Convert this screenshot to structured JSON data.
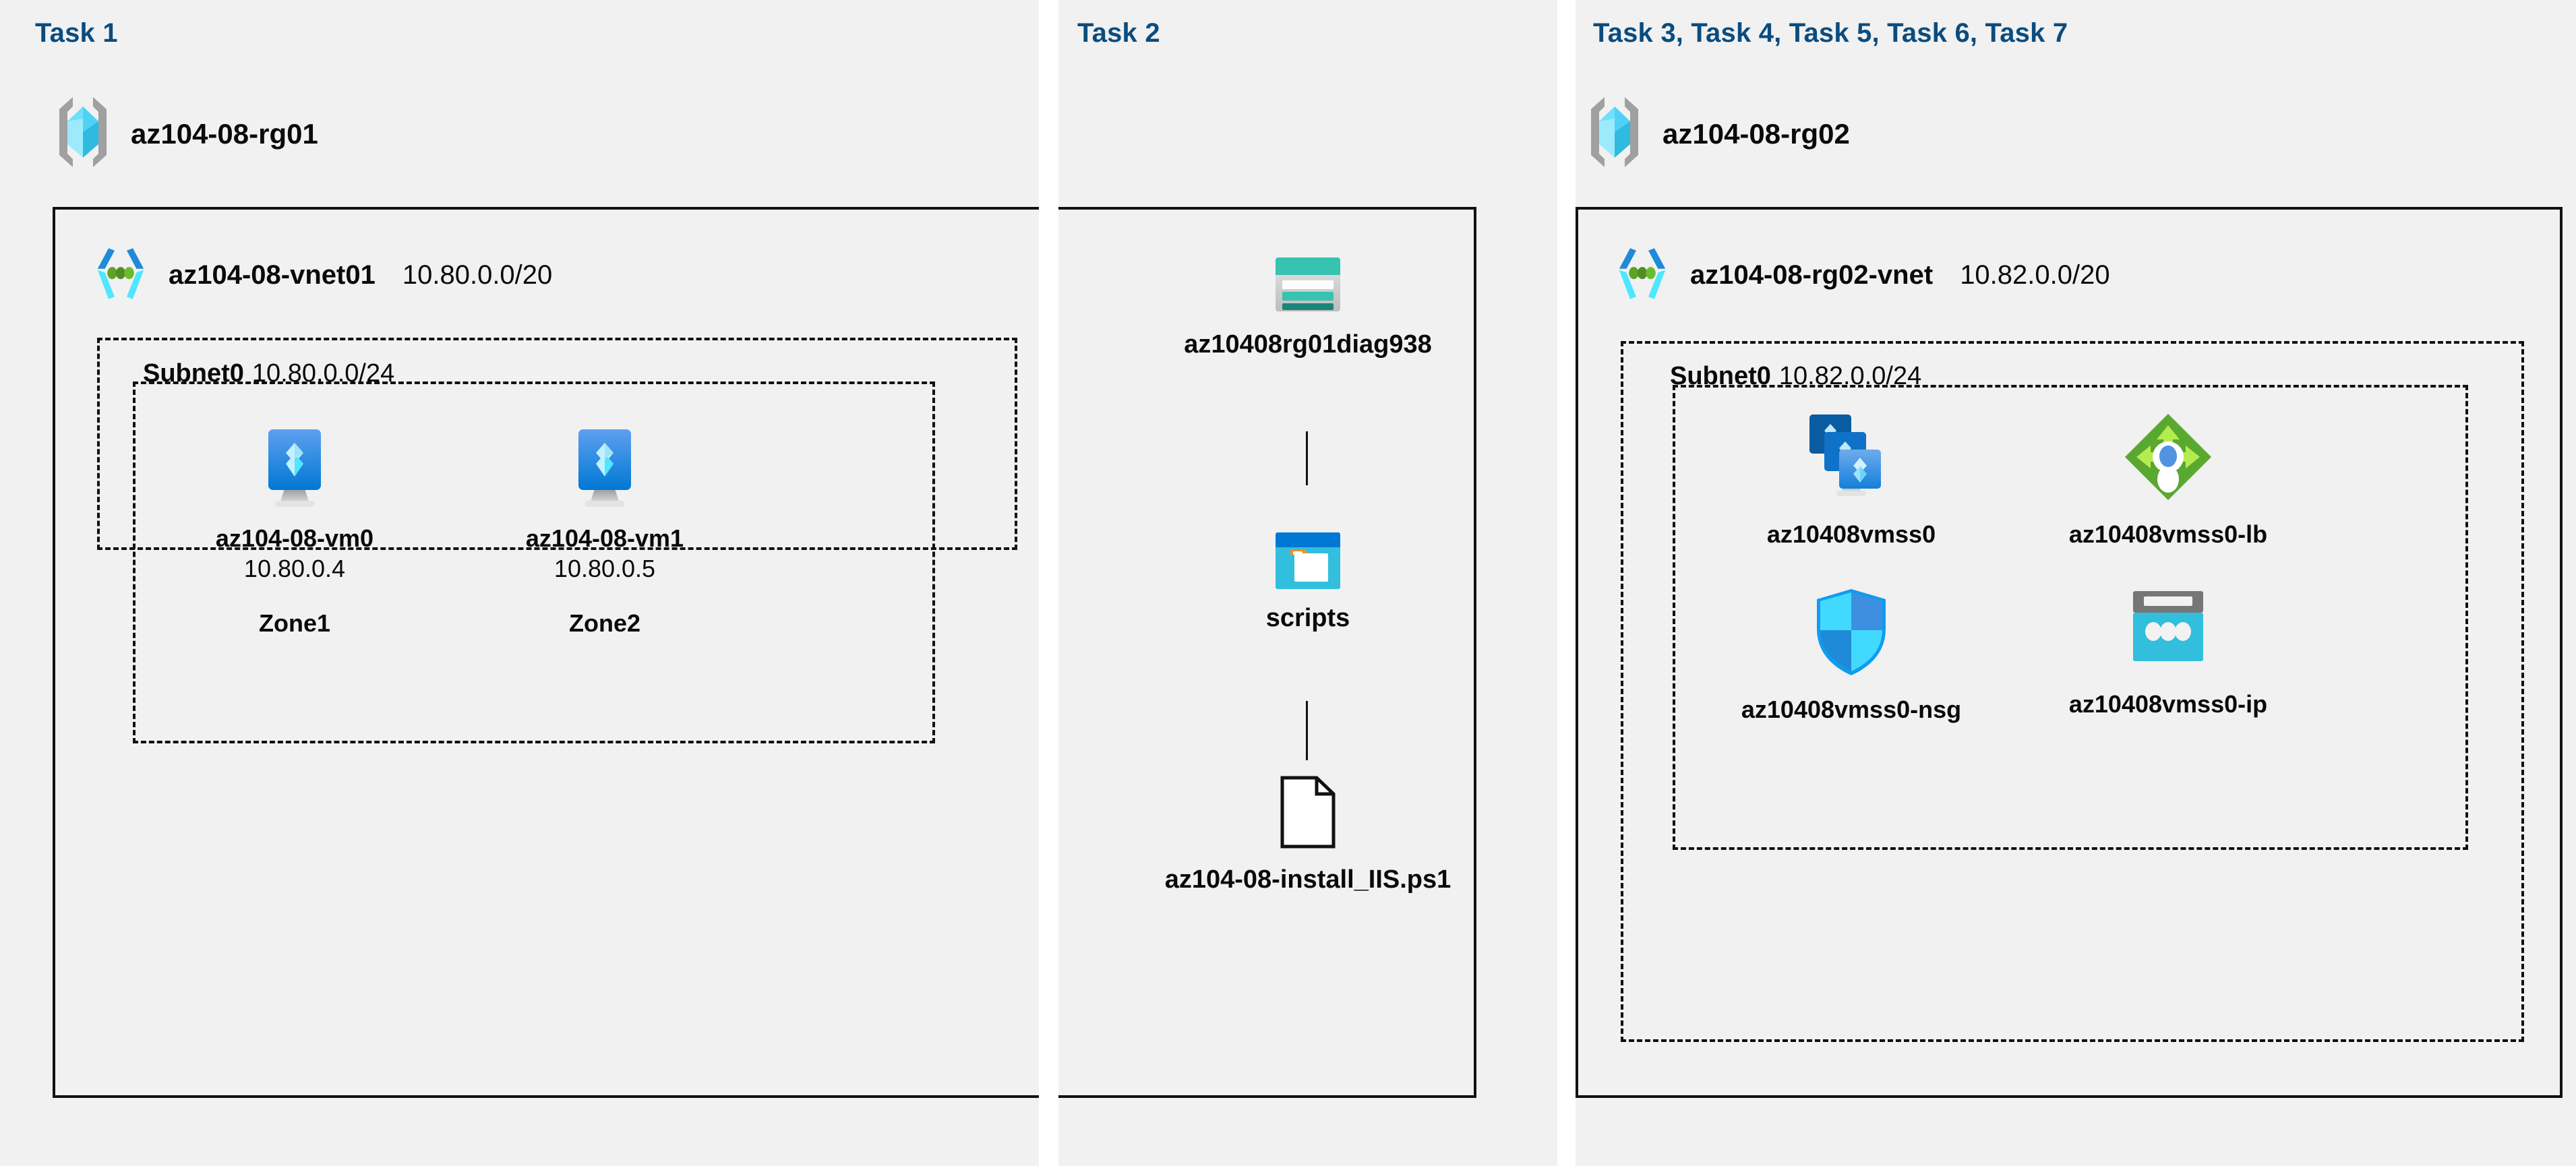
{
  "panels": [
    {
      "id": "task1",
      "title": "Task 1"
    },
    {
      "id": "task2",
      "title": "Task 2"
    },
    {
      "id": "task3",
      "title": "Task 3, Task 4, Task 5, Task 6, Task 7"
    }
  ],
  "task1": {
    "resource_group": {
      "name": "az104-08-rg01",
      "icon": "resource-group-icon"
    },
    "vnet": {
      "name": "az104-08-vnet01",
      "cidr": "10.80.0.0/20",
      "icon": "virtual-network-icon"
    },
    "subnet": {
      "name": "Subnet0",
      "cidr": "10.80.0.0/24"
    },
    "vms": [
      {
        "name": "az104-08-vm0",
        "ip": "10.80.0.4",
        "zone": "Zone1",
        "icon": "virtual-machine-icon"
      },
      {
        "name": "az104-08-vm1",
        "ip": "10.80.0.5",
        "zone": "Zone2",
        "icon": "virtual-machine-icon"
      }
    ]
  },
  "task2": {
    "storage_account": {
      "name": "az10408rg01diag938",
      "icon": "storage-account-icon"
    },
    "container": {
      "name": "scripts",
      "icon": "blob-container-icon"
    },
    "file": {
      "name": "az104-08-install_IIS.ps1",
      "icon": "file-icon"
    }
  },
  "task3": {
    "resource_group": {
      "name": "az104-08-rg02",
      "icon": "resource-group-icon"
    },
    "vnet": {
      "name": "az104-08-rg02-vnet",
      "cidr": "10.82.0.0/20",
      "icon": "virtual-network-icon"
    },
    "subnet": {
      "name": "Subnet0",
      "cidr": "10.82.0.0/24"
    },
    "resources": [
      {
        "name": "az10408vmss0",
        "icon": "vm-scale-set-icon"
      },
      {
        "name": "az10408vmss0-lb",
        "icon": "load-balancer-icon"
      },
      {
        "name": "az10408vmss0-nsg",
        "icon": "network-security-group-icon"
      },
      {
        "name": "az10408vmss0-ip",
        "icon": "public-ip-address-icon"
      }
    ]
  },
  "colors": {
    "panel_background": "#f1f1f1",
    "page_background": "#ffffff",
    "task_title": "#0b4c7e",
    "border": "#111111",
    "azure_blue": "#0078d4",
    "azure_cyan": "#50e6ff",
    "storage_teal": "#37c2b1",
    "lb_green": "#59b4d9",
    "nsg_blue": "#32bedd"
  }
}
